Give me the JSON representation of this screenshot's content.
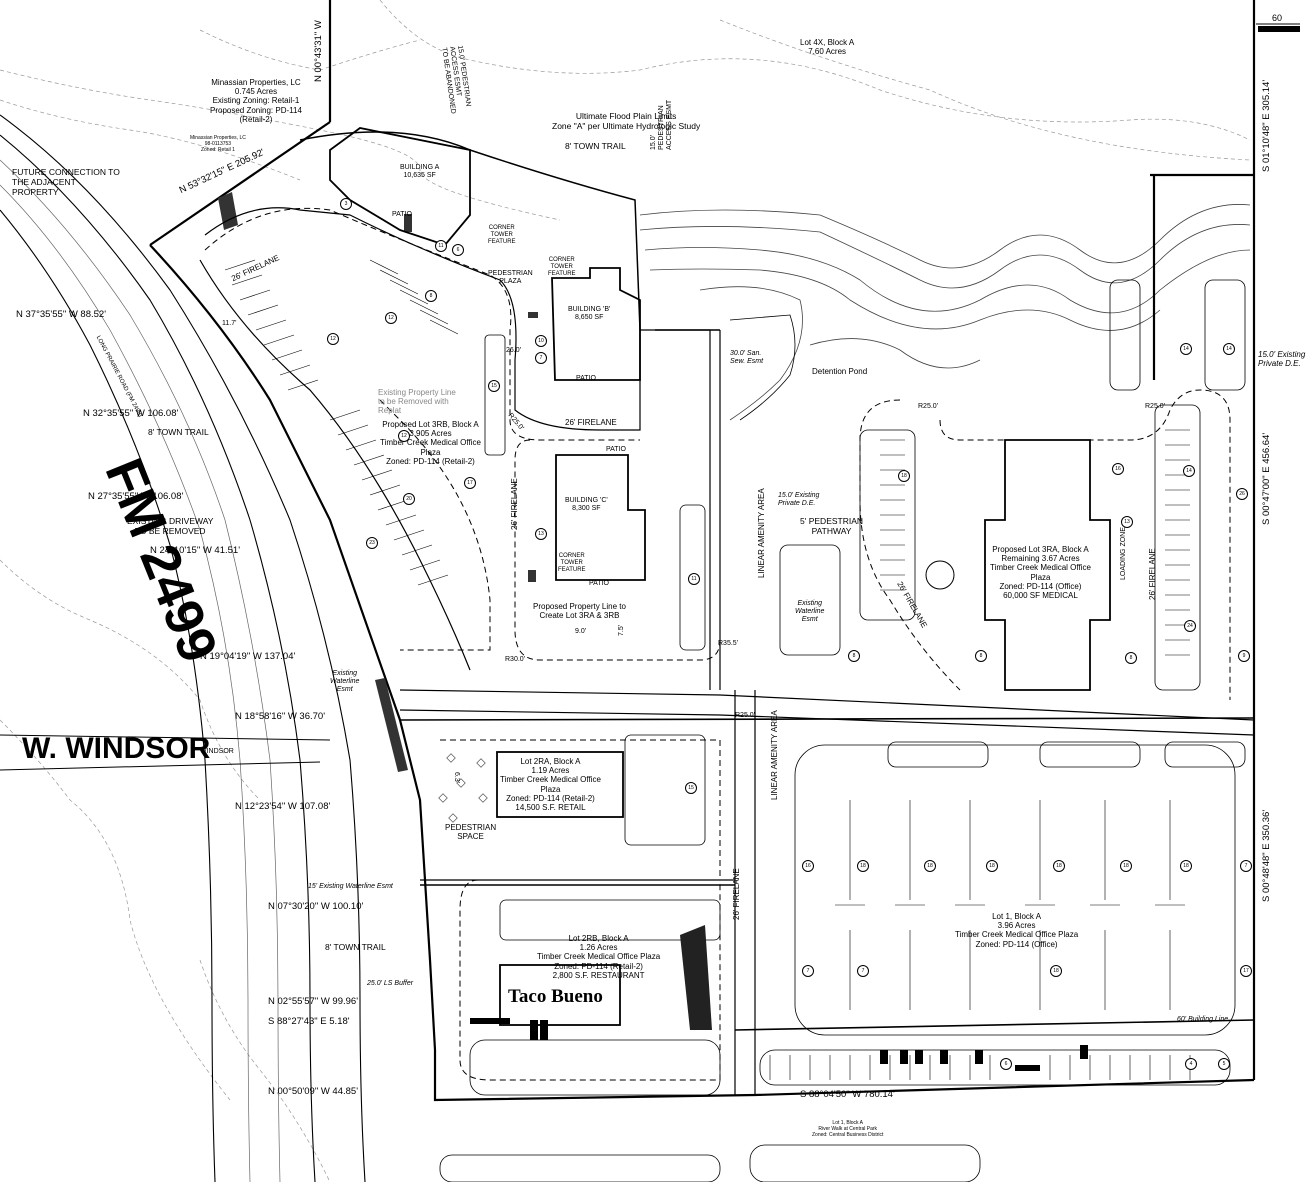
{
  "scale_label": "60",
  "roads": {
    "fm": "FM 2499",
    "windsor": "W. WINDSOR",
    "windsor_small": "WINDSOR",
    "long_prairie": "LONG PRAIRIE ROAD (FM 2499)"
  },
  "restaurant": "Taco Bueno",
  "notes": {
    "future_connection": [
      "FUTURE CONNECTION TO",
      "THE ADJACENT",
      "PROPERTY"
    ],
    "existing_driveway": [
      "EXISTING DRIVEWAY",
      "TO BE REMOVED"
    ],
    "flood_plain": [
      "Ultimate Flood Plain Limits",
      "Zone \"A\" per Ultimate Hydrologic Study"
    ],
    "town_trail_top": "8' TOWN TRAIL",
    "town_trail_left1": "8' TOWN TRAIL",
    "town_trail_left2": "8' TOWN TRAIL",
    "detention_pond": "Detention Pond",
    "ped_pathway": [
      "5' PEDESTRIAN",
      "PATHWAY"
    ],
    "san_sew": [
      "30.0' San.",
      "Sew. Esmt"
    ],
    "private_de_right": [
      "15.0' Existing",
      "Private D.E."
    ],
    "private_de_mid": [
      "15.0' Existing",
      "Private D.E."
    ],
    "waterline_mid": [
      "Existing",
      "Waterline",
      "Esmt"
    ],
    "waterline_left": [
      "Existing",
      "Waterline",
      "Esmt"
    ],
    "waterline_15": "15' Existing Waterline Esmt",
    "ls_buffer": "25.0' LS Buffer",
    "building_line": "60' Building Line",
    "proposed_prop_line": [
      "Proposed Property Line to",
      "Create Lot 3RA & 3RB"
    ],
    "existing_prop_line": [
      "Existing Property Line",
      "to be Removed with",
      "Replat"
    ],
    "ped_access": [
      "15.0' PEDESTRIAN",
      "ACCESS ESMT",
      "TO BE ABANDONED"
    ],
    "ped_access2": [
      "15.0'",
      "PEDESTRIAN",
      "ACCESS ESMT"
    ],
    "pedestrian_plaza": [
      "PEDESTRIAN",
      "PLAZA"
    ],
    "pedestrian_space": [
      "PEDESTRIAN",
      "SPACE"
    ],
    "linear_amenity_1": "LINEAR AMENITY AREA",
    "linear_amenity_2": "LINEAR AMENITY AREA",
    "firelane": "26' FIRELANE",
    "loading_zone": "LOADING ZONE",
    "patio": "PATIO",
    "corner_tower": [
      "CORNER",
      "TOWER",
      "FEATURE"
    ]
  },
  "lots": {
    "lot4x": [
      "Lot 4X, Block A",
      "7.60 Acres"
    ],
    "minassian": [
      "Minassian Properties, LC",
      "0.745 Acres",
      "Existing Zoning: Retail-1",
      "Proposed Zoning: PD-114",
      "(Retail-2)"
    ],
    "minassian_small": [
      "Minassian Properties, LC",
      "98-0113753",
      "Zoned: Retail 1"
    ],
    "lot3rb": [
      "Proposed Lot 3RB, Block A",
      "3.905 Acres",
      "Timber Creek Medical Office",
      "Plaza",
      "Zoned: PD-114 (Retail-2)"
    ],
    "lot3ra": [
      "Proposed Lot 3RA, Block A",
      "Remaining 3.67 Acres",
      "Timber Creek Medical Office",
      "Plaza",
      "Zoned: PD-114 (Office)",
      "60,000 SF MEDICAL"
    ],
    "lot2ra": [
      "Lot 2RA, Block A",
      "1.19 Acres",
      "Timber Creek Medical Office",
      "Plaza",
      "Zoned: PD-114 (Retail-2)",
      "14,500 S.F. RETAIL"
    ],
    "lot2rb": [
      "Lot 2RB, Block A",
      "1.26 Acres",
      "Timber Creek Medical Office Plaza",
      "Zoned: PD-114 (Retail-2)",
      "2,800 S.F. RESTAURANT"
    ],
    "lot1": [
      "Lot 1, Block A",
      "3.96 Acres",
      "Timber Creek Medical Office Plaza",
      "Zoned: PD-114 (Office)"
    ],
    "riverwalk": [
      "Lot 1, Block A",
      "River Walk at Central Park",
      "Zoned: Central Business District"
    ]
  },
  "buildings": {
    "a": [
      "BUILDING A",
      "10,635 SF"
    ],
    "b": [
      "BUILDING 'B'",
      "8,650 SF"
    ],
    "c": [
      "BUILDING 'C'",
      "8,300 SF"
    ]
  },
  "bearings": {
    "top_west": "N 00°43'31\" W",
    "n53": "N 53°32'15\" E  205.92'",
    "east_top": "S 01°10'48\" E  305.14'",
    "east_mid": "S 00°47'00\" E  456.64'",
    "east_low": "S 00°48'48\" E  350.36'",
    "south": "S 88°04'50\" W  780.14'",
    "b1": "N 37°35'55\" W  88.52'",
    "b2": "N 32°35'55\" W  106.08'",
    "b3": "N 27°35'55\" W  106.08'",
    "b4": "N 24°10'15\" W  41.51'",
    "b5": "N 19°04'19\" W  137.04'",
    "b6": "N 18°58'16\" W  36.70'",
    "b7": "N 12°23'54\" W  107.08'",
    "b8": "N 07°30'20\" W  100.10'",
    "b9": "N 02°55'57\" W  99.96'",
    "b10": "S 88°27'43\" E  5.18'",
    "b11": "N 00°50'09\" W  44.85'"
  },
  "dims": {
    "d26": "26.0'",
    "d9": "9.0'",
    "d75": "7.5'",
    "r25a": "R25.0'",
    "r35a": "R35.5'",
    "r30": "R30.0'",
    "r25b": "R25.0'",
    "r25c": "R25.0'",
    "r25d": "R25.0'",
    "d117": "11.7'",
    "d63": "6.3'"
  },
  "space_counts": [
    "3",
    "8",
    "6",
    "12",
    "12",
    "15",
    "12",
    "20",
    "17",
    "23",
    "11",
    "10",
    "13",
    "11",
    "7",
    "14",
    "14",
    "18",
    "16",
    "26",
    "14",
    "13",
    "24",
    "8",
    "8",
    "8",
    "9",
    "15",
    "16",
    "18",
    "18",
    "18",
    "18",
    "18",
    "18",
    "7",
    "7",
    "7",
    "18",
    "17",
    "6",
    "4",
    "5"
  ]
}
